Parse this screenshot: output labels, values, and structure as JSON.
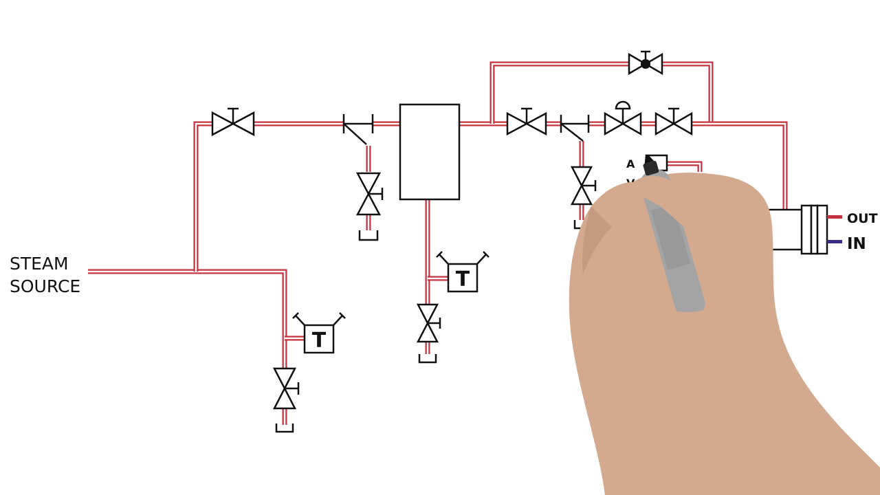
{
  "labels": {
    "source_line1": "STEAM",
    "source_line2": "SOURCE",
    "out": "OUT",
    "in": "IN",
    "trap_letter": "T",
    "partial_a": "A",
    "partial_v": "V"
  },
  "colors": {
    "pipe": "#c4323f",
    "ink": "#111111",
    "out_stub": "#c4323f",
    "in_stub": "#3a2a8a",
    "hand_skin": "#d3a98f",
    "marker_body": "#a4a4a4"
  }
}
